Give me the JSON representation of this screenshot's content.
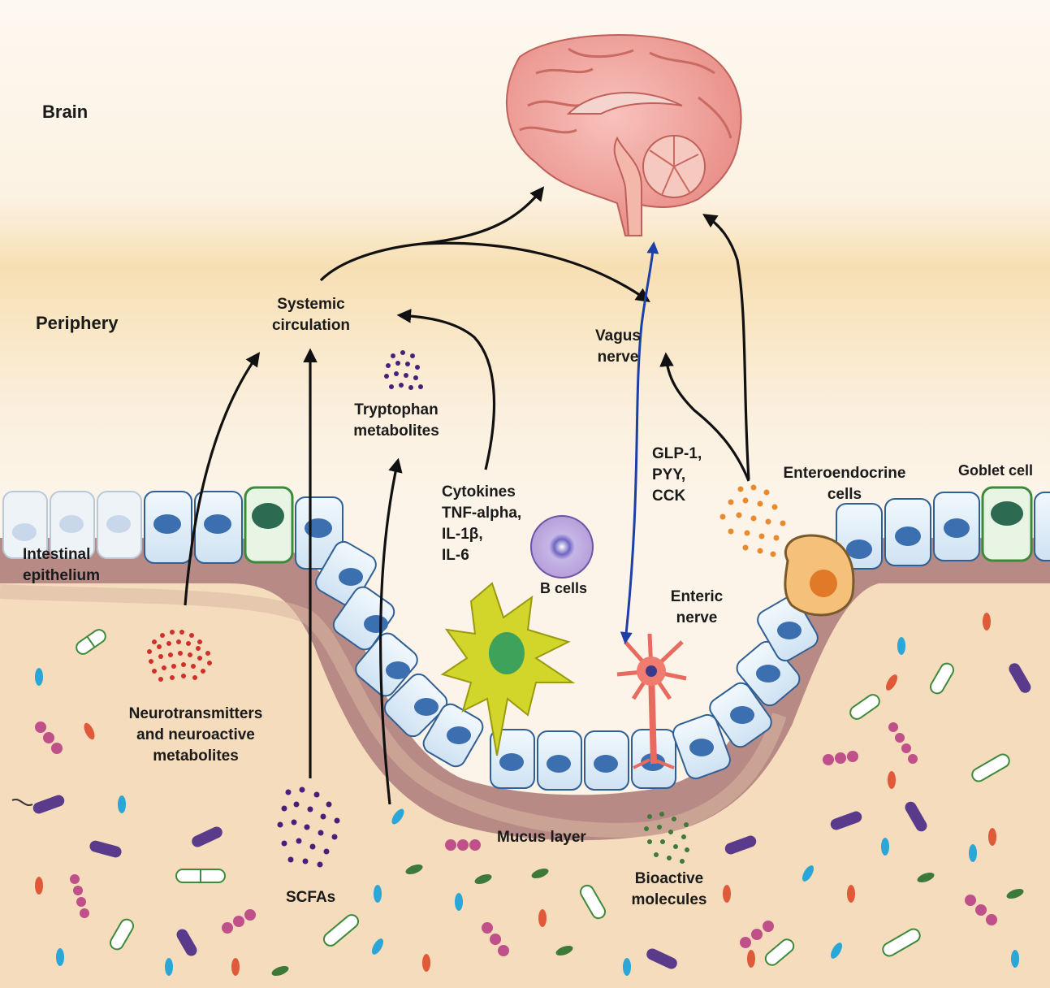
{
  "regions": {
    "brain": "Brain",
    "periphery": "Periphery"
  },
  "labels": {
    "systemic": [
      "Systemic",
      "circulation"
    ],
    "vagus": [
      "Vagus",
      "nerve"
    ],
    "tryptophan": [
      "Tryptophan",
      "metabolites"
    ],
    "cytokines": [
      "Cytokines",
      "TNF-alpha,",
      "IL-1β,",
      "IL-6"
    ],
    "glp": [
      "GLP-1,",
      "PYY,",
      "CCK"
    ],
    "enteroendocrine": [
      "Enteroendocrine",
      "cells"
    ],
    "goblet": "Goblet cell",
    "epithelium": [
      "Intestinal",
      "epithelium"
    ],
    "bcells": "B cells",
    "enteric": [
      "Enteric",
      "nerve"
    ],
    "neuro": [
      "Neurotransmitters",
      "and neuroactive",
      "metabolites"
    ],
    "scfa": "SCFAs",
    "mucus": "Mucus layer",
    "bioactive": [
      "Bioactive",
      "molecules"
    ]
  },
  "colors": {
    "band": "#f6dcae",
    "lumen": "#f4dcbc",
    "mucosa": "#b88a86",
    "cell": "#e2eef8",
    "nucleus": "#3c6fb0",
    "goblet": "#66b85e",
    "vagus_arrow": "#1c3fa8",
    "arrow": "#111111"
  }
}
